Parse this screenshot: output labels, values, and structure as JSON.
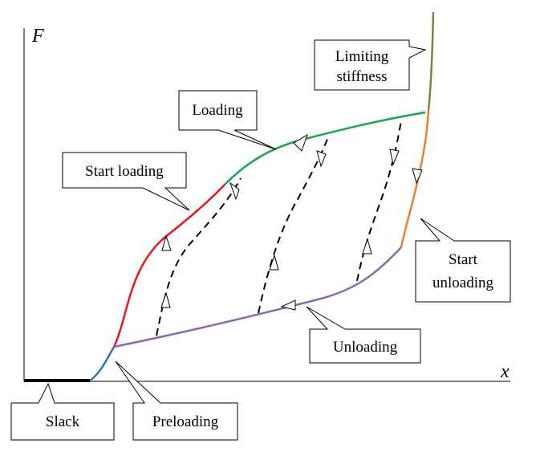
{
  "axes": {
    "y_label": "F",
    "x_label": "x"
  },
  "callouts": {
    "limiting_stiffness": [
      "Limiting",
      "stiffness"
    ],
    "loading": "Loading",
    "start_loading": "Start loading",
    "start_unloading": [
      "Start",
      "unloading"
    ],
    "unloading": "Unloading",
    "slack": "Slack",
    "preloading": "Preloading"
  },
  "colors": {
    "slack": "#000000",
    "preloading": "#2E75B6",
    "start_loading": "#E8161B",
    "loading": "#18A64A",
    "limiting_stiffness": "#7F7F3F",
    "start_unloading": "#ED7D31",
    "unloading": "#8A68B0",
    "dashed": "#000000"
  }
}
